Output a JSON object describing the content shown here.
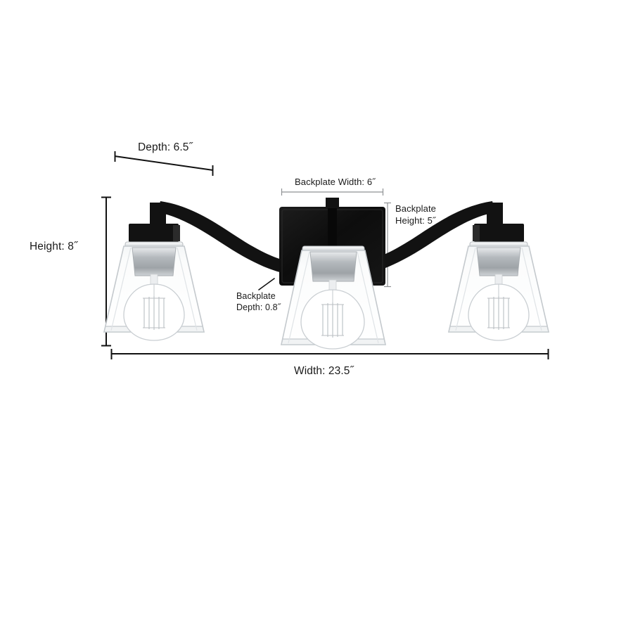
{
  "product": {
    "type": "3-light bathroom vanity light fixture",
    "finish": "matte black",
    "shade": "clear glass trapezoid",
    "bulbs": 3,
    "bulb_style": "edison filament"
  },
  "colors": {
    "fixture_black": "#121212",
    "background": "#ffffff",
    "dimension_line_dark": "#111111",
    "dimension_line_light": "#9a9a9a",
    "glass_outline": "#c9cdd1",
    "socket_metal": "#b9bdc0",
    "text": "#1a1a1a"
  },
  "dimensions": {
    "depth": {
      "label": "Depth: 6.5˝",
      "value": 6.5,
      "unit": "in"
    },
    "backplate_width": {
      "label": "Backplate Width: 6˝",
      "value": 6,
      "unit": "in"
    },
    "backplate_height": {
      "label": "Backplate\nHeight: 5˝",
      "value": 5,
      "unit": "in"
    },
    "backplate_depth": {
      "label": "Backplate\nDepth: 0.8˝",
      "value": 0.8,
      "unit": "in"
    },
    "height": {
      "label": "Height: 8˝",
      "value": 8,
      "unit": "in"
    },
    "width": {
      "label": "Width: 23.5˝",
      "value": 23.5,
      "unit": "in"
    }
  }
}
